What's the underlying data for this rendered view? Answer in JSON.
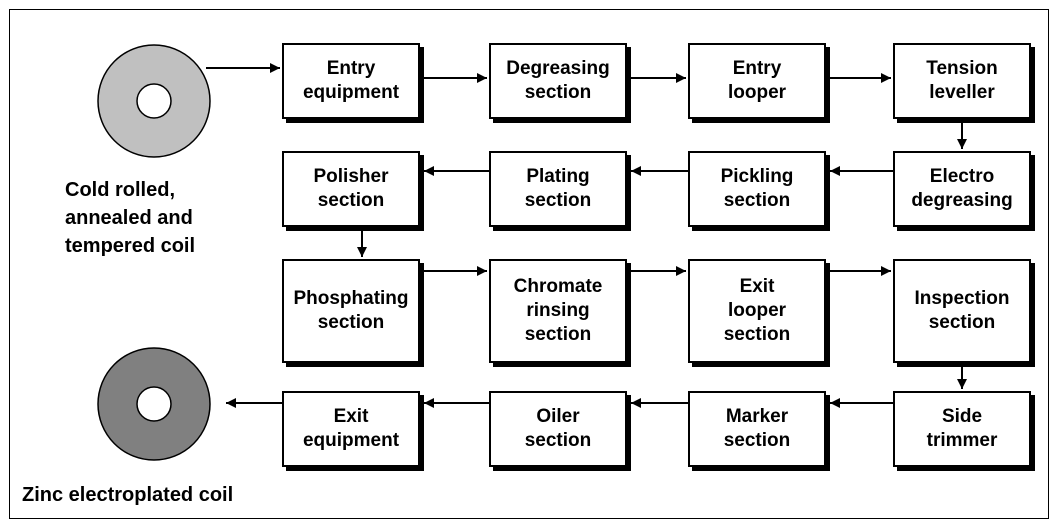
{
  "coils": {
    "input_label": "Cold rolled,\nannealed and\ntempered coil",
    "input_color": "#c0c0c0",
    "output_label": "Zinc electroplated coil",
    "output_color": "#808080"
  },
  "steps": {
    "entry_equipment": "Entry\nequipment",
    "degreasing": "Degreasing\nsection",
    "entry_looper": "Entry\nlooper",
    "tension_leveller": "Tension\nleveller",
    "electro_degreasing": "Electro\ndegreasing",
    "pickling": "Pickling\nsection",
    "plating": "Plating\nsection",
    "polisher": "Polisher\nsection",
    "phosphating": "Phosphating\nsection",
    "chromate_rinsing": "Chromate\nrinsing\nsection",
    "exit_looper": "Exit\nlooper\nsection",
    "inspection": "Inspection\nsection",
    "side_trimmer": "Side\ntrimmer",
    "marker": "Marker\nsection",
    "oiler": "Oiler\nsection",
    "exit_equipment": "Exit\nequipment"
  }
}
